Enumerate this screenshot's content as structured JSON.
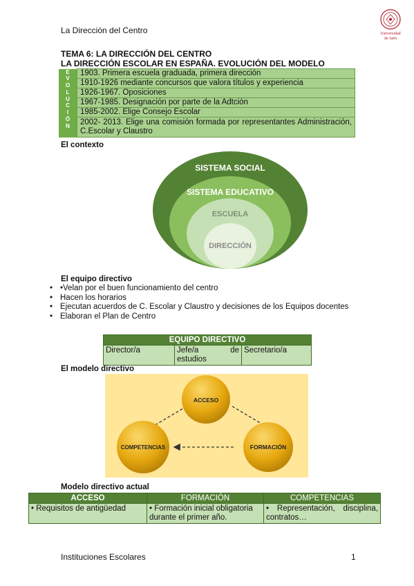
{
  "header": {
    "title": "La Dirección del Centro"
  },
  "logo": {
    "line1": "Universidad",
    "line2": "de Jaén",
    "color": "#b0202a"
  },
  "titles": {
    "tema": "TEMA 6: LA DIRECCIÓN DEL CENTRO",
    "sub": "LA DIRECCIÓN ESCOLAR EN ESPAÑA. EVOLUCIÓN DEL MODELO"
  },
  "evolucion": {
    "letters": [
      "E",
      "V",
      "O",
      "L",
      "U",
      "C",
      "I",
      "Ó",
      "N"
    ],
    "rows": [
      "1903. Primera escuela graduada, primera dirección",
      "1910-1926 mediante concursos que valora títulos y experiencia",
      "1926-1967. Oposiciones",
      "1967-1985. Designación por parte de la Adtción",
      "1985-2002. Elige Consejo Escolar",
      "2002- 2013. Elige una comisión formada por representantes Administración, C.Escolar y Claustro"
    ]
  },
  "contexto": {
    "heading": "El contexto",
    "rings": [
      "SISTEMA SOCIAL",
      "SISTEMA EDUCATIVO",
      "ESCUELA",
      "DIRECCIÓN"
    ],
    "colors": [
      "#548235",
      "#8bbf5e",
      "#c5e0b4",
      "#e8f2de"
    ]
  },
  "equipo": {
    "heading": "El equipo directivo",
    "bullets": [
      "•Velan por el buen funcionamiento del centro",
      "Hacen los horarios",
      "Ejecutan acuerdos de C. Escolar y Claustro y decisiones de los Equipos docentes",
      "Elaboran el Plan de Centro"
    ],
    "table_header": "EQUIPO DIRECTIVO",
    "members": [
      "Director/a",
      "Jefe/a de estudios",
      "Secretario/a"
    ]
  },
  "modelo": {
    "heading": "El modelo directivo",
    "nodes": [
      "ACCESO",
      "FORMACIÓN",
      "COMPETENCIAS"
    ],
    "bg": "#ffe699",
    "node_color": "#e6a80f"
  },
  "actual": {
    "heading": "Modelo directivo actual",
    "columns": [
      "ACCESO",
      "FORMACIÓN",
      "COMPETENCIAS"
    ],
    "cells": [
      "Requisitos de antigüedad",
      "Formación inicial obligatoria durante el primer año.",
      "Representación, disciplina, contratos…"
    ]
  },
  "footer": {
    "left": "Instituciones Escolares",
    "page": "1"
  }
}
